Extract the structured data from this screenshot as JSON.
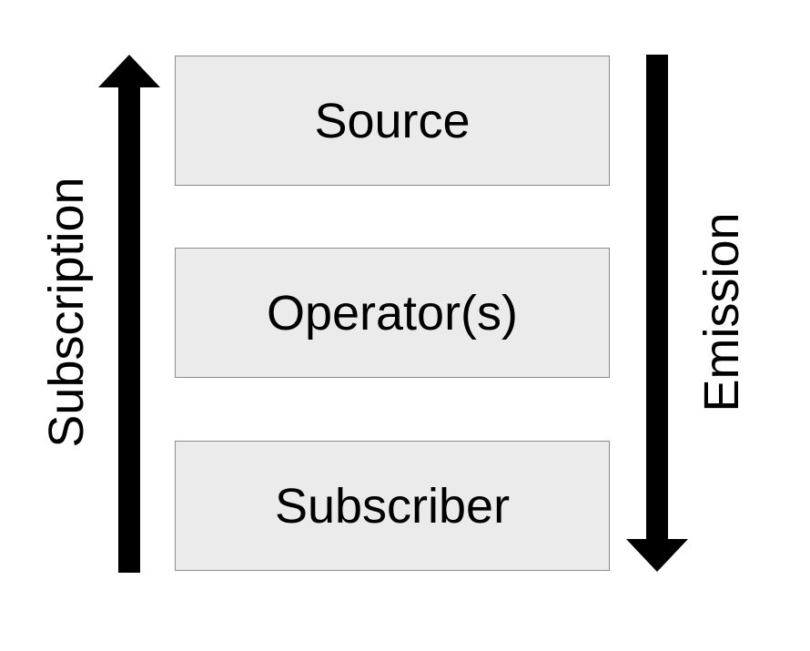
{
  "diagram": {
    "layers": [
      {
        "id": "source",
        "label": "Source"
      },
      {
        "id": "operators",
        "label": "Operator(s)"
      },
      {
        "id": "subscriber",
        "label": "Subscriber"
      }
    ],
    "flows": {
      "subscription": {
        "label": "Subscription",
        "direction": "up"
      },
      "emission": {
        "label": "Emission",
        "direction": "down"
      }
    }
  }
}
